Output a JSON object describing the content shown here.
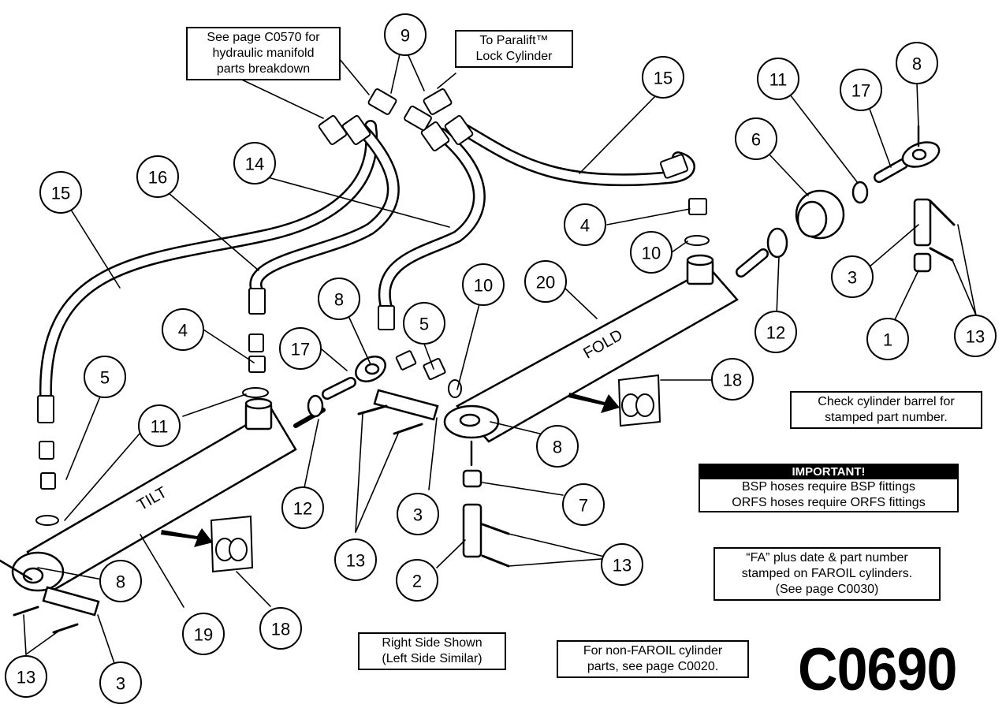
{
  "notes": {
    "manifold": [
      "See page C0570 for",
      "hydraulic manifold",
      "parts breakdown"
    ],
    "paralift": [
      "To Paralift™",
      "Lock Cylinder"
    ],
    "barrel": [
      "Check cylinder barrel for",
      "stamped part number."
    ],
    "important_header": "IMPORTANT!",
    "important_lines": [
      "BSP hoses require BSP fittings",
      "ORFS hoses require ORFS fittings"
    ],
    "faroil": [
      "“FA” plus date & part number",
      "stamped on FAROIL cylinders.",
      "(See page C0030)"
    ],
    "side": [
      "Right Side Shown",
      "(Left Side Similar)"
    ],
    "nonfaroil": [
      "For non-FAROIL cylinder",
      "parts, see page C0020."
    ]
  },
  "cylinder_labels": {
    "tilt": "TILT",
    "fold": "FOLD"
  },
  "page_code": "C0690",
  "callouts": [
    "9",
    "8",
    "15",
    "17",
    "11",
    "15",
    "6",
    "16",
    "14",
    "4",
    "10",
    "3",
    "20",
    "8",
    "10",
    "5",
    "4",
    "17",
    "12",
    "1",
    "13",
    "18",
    "5",
    "11",
    "8",
    "12",
    "7",
    "3",
    "13",
    "8",
    "18",
    "19",
    "3",
    "13",
    "2",
    "13"
  ],
  "colors": {
    "ink": "#000000",
    "paper": "#ffffff",
    "hose": "#ffffff",
    "shade": "#bdbdbd"
  }
}
